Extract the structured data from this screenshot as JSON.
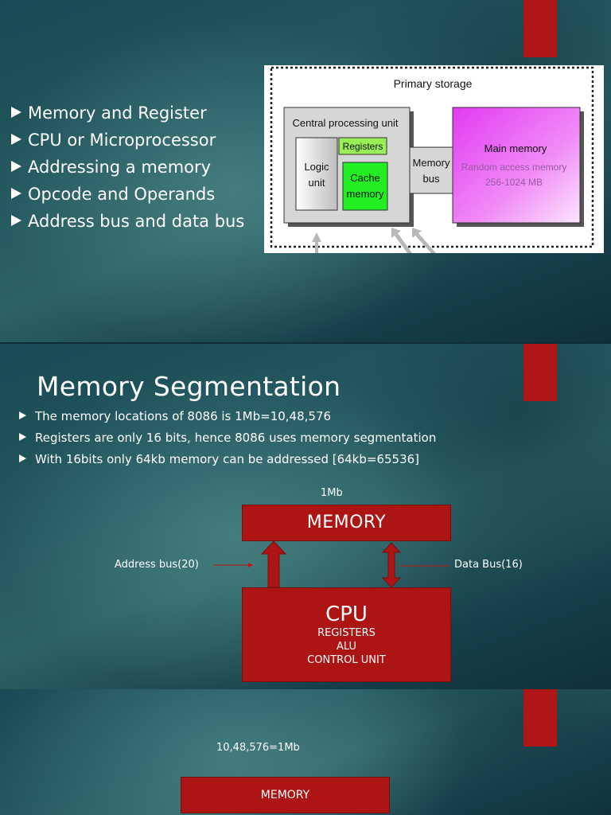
{
  "slide1": {
    "bullets": [
      "Memory and Register",
      "CPU or Microprocessor",
      "Addressing a memory",
      "Opcode and Operands",
      "Address bus and data bus"
    ],
    "diagram": {
      "title": "Primary storage",
      "cpu_label": "Central processing unit",
      "logic_unit": [
        "Logic",
        "unit"
      ],
      "registers": "Registers",
      "cache": [
        "Cache",
        "memory"
      ],
      "memory_bus": [
        "Memory",
        "bus"
      ],
      "main_memory": "Main memory",
      "ram": "Random access memory",
      "size": "256-1024 MB"
    }
  },
  "slide2": {
    "title": "Memory Segmentation",
    "bullets": [
      "The memory locations of 8086 is 1Mb=10,48,576",
      "Registers are only 16 bits, hence 8086 uses memory segmentation",
      "With 16bits only 64kb memory can be addressed [64kb=65536]"
    ],
    "mem_size_label": "1Mb",
    "memory_label": "MEMORY",
    "address_bus_label": "Address bus(20)",
    "data_bus_label": "Data Bus(16)",
    "cpu": {
      "title": "CPU",
      "lines": [
        "REGISTERS",
        "ALU",
        "CONTROL UNIT"
      ]
    }
  },
  "slide3": {
    "size_label": "10,48,576=1Mb",
    "memory_label": "MEMORY"
  },
  "colors": {
    "accent_red": "#b01616",
    "box_red": "#ad1414",
    "main_memory_magenta": "#e040f0",
    "cache_green": "#22ee22",
    "registers_green": "#99ee55"
  }
}
